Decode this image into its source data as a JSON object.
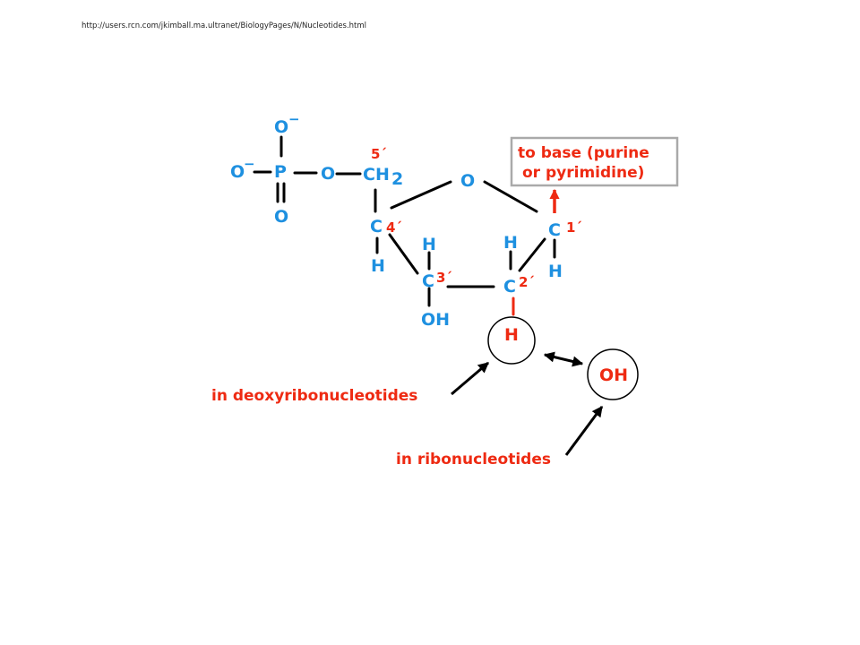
{
  "source_url": "http://users.rcn.com/jkimball.ma.ultranet/BiologyPages/N/Nucleotides.html",
  "colors": {
    "atom": "#1e90e0",
    "accent": "#ee2a12",
    "bond": "#000000",
    "box_border": "#aaaaaa"
  },
  "diagram": {
    "phosphate": {
      "o_top": "O",
      "o_top_charge": "−",
      "o_left": "O",
      "o_left_charge": "−",
      "p": "P",
      "o_bottom": "O",
      "o_ester": "O"
    },
    "c5": {
      "group": "CH",
      "subscript": "2",
      "number": "5´"
    },
    "ring_o": "O",
    "c4": {
      "c": "C",
      "number": "4´",
      "h": "H"
    },
    "c3": {
      "c": "C",
      "number": "3´",
      "h": "H",
      "oh": "OH"
    },
    "c2": {
      "c": "C",
      "number": "2´",
      "h_top": "H",
      "h_circled": "H"
    },
    "c1": {
      "c": "C",
      "number": "1´",
      "h": "H"
    },
    "base_box": {
      "line1": "to base (purine",
      "line2": "or pyrimidine)"
    },
    "oh_circled": "OH",
    "labels": {
      "deoxy": "in deoxyribonucleotides",
      "ribo": "in ribonucleotides"
    }
  }
}
